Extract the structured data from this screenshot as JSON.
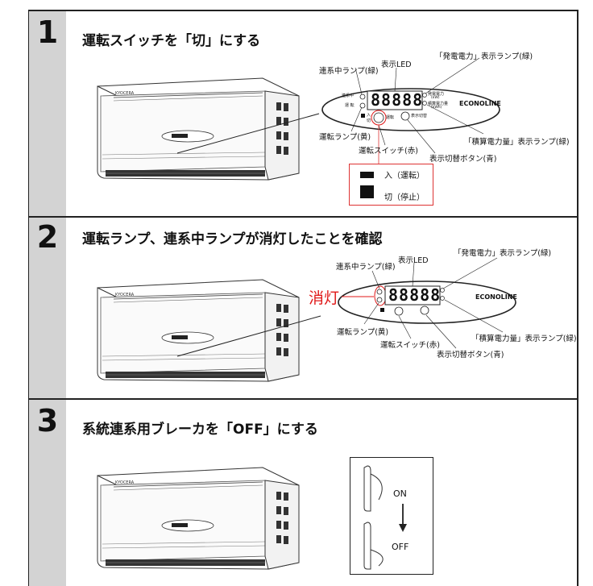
{
  "steps": [
    {
      "number": "1",
      "title": "運転スイッチを「切」にする"
    },
    {
      "number": "2",
      "title": "運転ランプ、連系中ランプが消灯したことを確認"
    },
    {
      "number": "3",
      "title": "系統連系用ブレーカを「OFF」にする"
    }
  ],
  "panel1": {
    "label_linking_lamp": "連系中ランプ(緑)",
    "label_display_led": "表示LED",
    "label_gen_power_lamp": "「発電電力」表示ランプ(緑)",
    "label_run_lamp": "運転ランプ(黄)",
    "label_run_switch": "運転スイッチ(赤)",
    "label_display_button": "表示切替ボタン(青)",
    "label_total_power_lamp": "「積算電力量」表示ランプ(緑)",
    "led_digits": "88888",
    "brand": "ECONOLINE",
    "panel_small_linking": "連系中",
    "panel_small_run": "運 転",
    "panel_small_on": "入",
    "panel_small_off": "切",
    "panel_small_run_sw": "運転",
    "panel_small_display_sw": "表示切替",
    "panel_small_gen": "発電電力",
    "panel_small_gen_unit": "(kW)",
    "panel_small_total": "積算電力量",
    "panel_small_total_unit": "(kWh)"
  },
  "legend": {
    "on_label": "入（運転）",
    "off_label": "切（停止）"
  },
  "panel2": {
    "label_linking_lamp": "連系中ランプ(緑)",
    "label_display_led": "表示LED",
    "label_gen_power_lamp": "「発電電力」表示ランプ(緑)",
    "label_run_lamp": "運転ランプ(黄)",
    "label_run_switch": "運転スイッチ(赤)",
    "label_display_button": "表示切替ボタン(青)",
    "label_total_power_lamp": "「積算電力量」表示ランプ(緑)",
    "led_digits": "88888",
    "brand": "ECONOLINE",
    "off_annotation": "消灯"
  },
  "breaker": {
    "on_label": "ON",
    "off_label": "OFF"
  },
  "colors": {
    "step_bar": "#d3d3d3",
    "highlight_red": "#e01818"
  }
}
